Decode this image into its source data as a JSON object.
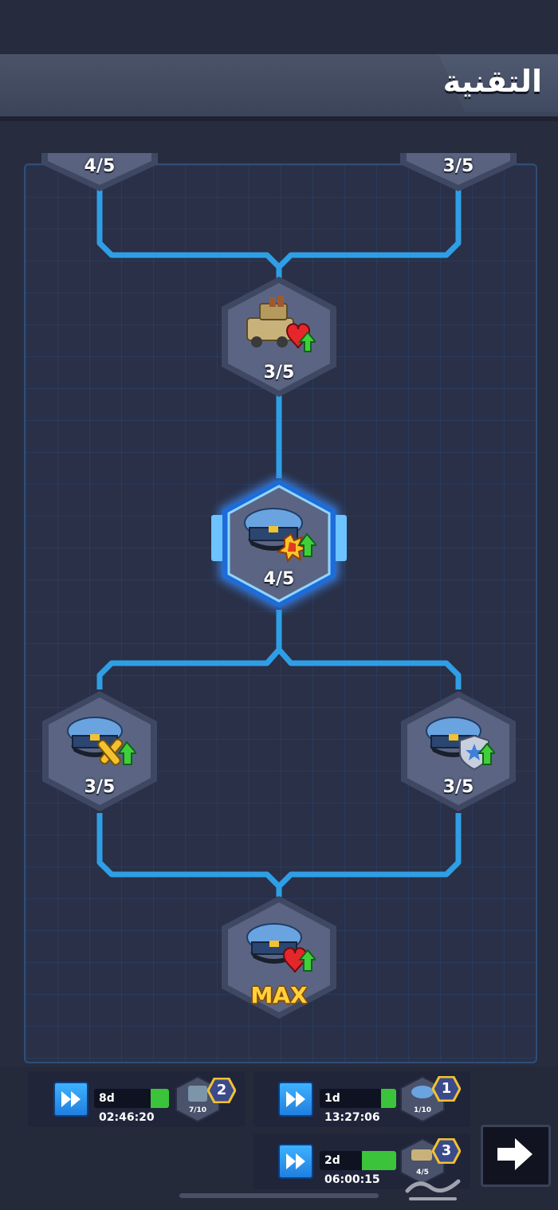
{
  "header": {
    "title": "التقنية"
  },
  "colors": {
    "line": "#2e9fe6",
    "hex_face": "#59637f",
    "hex_rim": "#3f4862",
    "highlight": "#48b4ff",
    "max_gold": "#ffd23c"
  },
  "tree": {
    "nodes": [
      {
        "id": "top-left",
        "level": "4/5",
        "icon": "partial-node"
      },
      {
        "id": "top-right",
        "level": "3/5",
        "icon": "partial-node"
      },
      {
        "id": "truck-health",
        "level": "3/5",
        "icon": "truck-heart-upgrade-icon"
      },
      {
        "id": "officer-attack",
        "level": "4/5",
        "icon": "officer-cap-attack-upgrade-icon",
        "selected": true
      },
      {
        "id": "officer-weapon",
        "level": "3/5",
        "icon": "officer-cap-bullet-upgrade-icon"
      },
      {
        "id": "officer-defense",
        "level": "3/5",
        "icon": "officer-cap-shield-upgrade-icon"
      },
      {
        "id": "officer-health",
        "level": "MAX",
        "icon": "officer-cap-heart-upgrade-icon"
      }
    ]
  },
  "queue": [
    {
      "slot": "2",
      "timer": "8d 02:46:20",
      "mini_level": "7/10",
      "progress": 0.25
    },
    {
      "slot": "1",
      "timer": "1d 13:27:06",
      "mini_level": "1/10",
      "progress": 0.2
    },
    {
      "slot": "3",
      "timer": "2d 06:00:15",
      "mini_level": "4/5",
      "progress": 0.45
    }
  ],
  "icons": {
    "speed_up": "fast-forward-icon",
    "next": "arrow-right-icon",
    "watermark": "haraj-watermark-logo"
  }
}
